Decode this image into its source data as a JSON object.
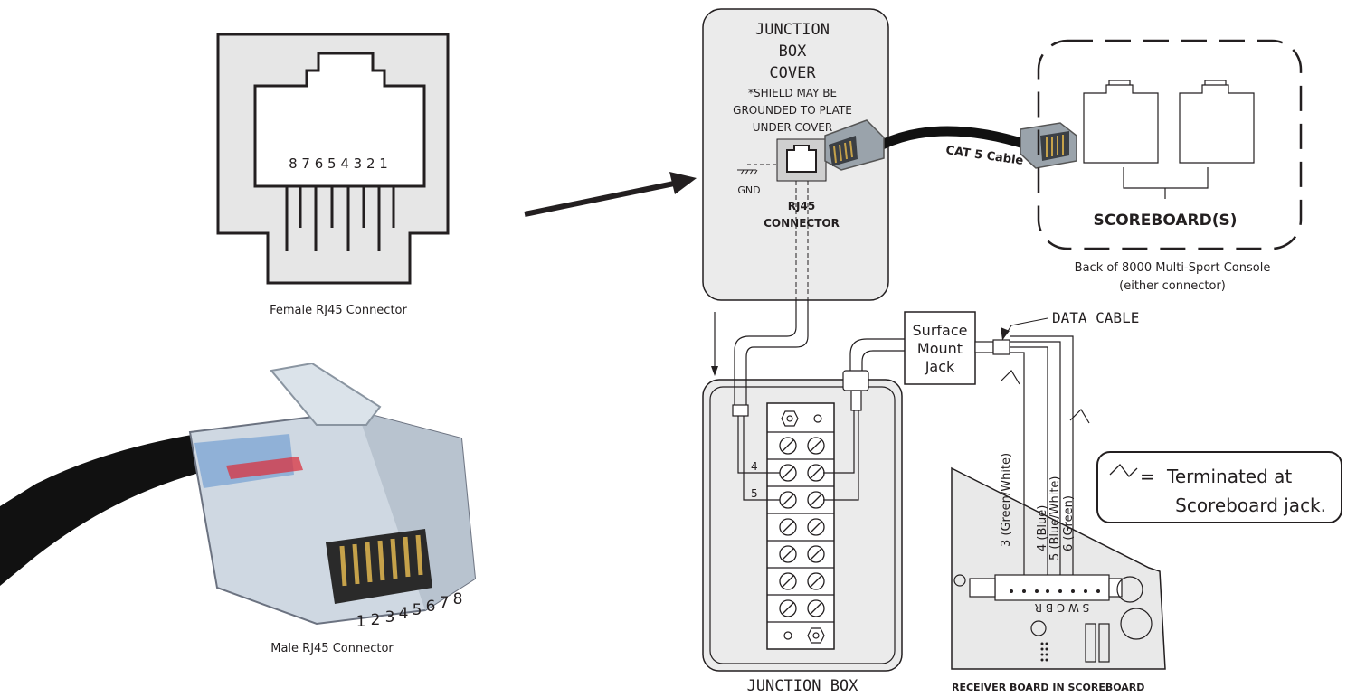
{
  "female_connector": {
    "pin_numbers": "8 7 6 5 4 3 2 1",
    "caption": "Female RJ45 Connector"
  },
  "male_connector": {
    "pin_digits": [
      "1",
      "2",
      "3",
      "4",
      "5",
      "6",
      "7",
      "8"
    ],
    "caption": "Male RJ45 Connector"
  },
  "junction_cover": {
    "title_lines": [
      "JUNCTION",
      "BOX",
      "COVER"
    ],
    "note_lines": [
      "*SHIELD MAY BE",
      "GROUNDED TO PLATE",
      "UNDER COVER"
    ],
    "gnd_label": "GND",
    "rj45_label_lines": [
      "RJ45",
      "CONNECTOR"
    ]
  },
  "cable_label": "CAT 5 Cable",
  "console": {
    "label": "SCOREBOARD(S)",
    "caption_lines": [
      "Back of 8000 Multi-Sport Console",
      "(either connector)"
    ]
  },
  "surface_jack": {
    "label_lines": [
      "Surface",
      "Mount",
      "Jack"
    ]
  },
  "data_cable_label": "DATA CABLE",
  "terminal_numbers": [
    "4",
    "5"
  ],
  "junction_box_label": "JUNCTION BOX",
  "wires": [
    "3 (Green/White)",
    "4 (Blue)",
    "5 (Blue/White)",
    "6 (Green)"
  ],
  "legend": {
    "equals": "=",
    "lines": [
      "Terminated at",
      "Scoreboard jack."
    ]
  },
  "receiver_pin_letters": "S W G B R",
  "receiver_label": "RECEIVER BOARD IN SCOREBOARD",
  "colors": {
    "panel_gray": "#ebebeb",
    "stroke": "#231f20",
    "cable_black": "#111111"
  }
}
